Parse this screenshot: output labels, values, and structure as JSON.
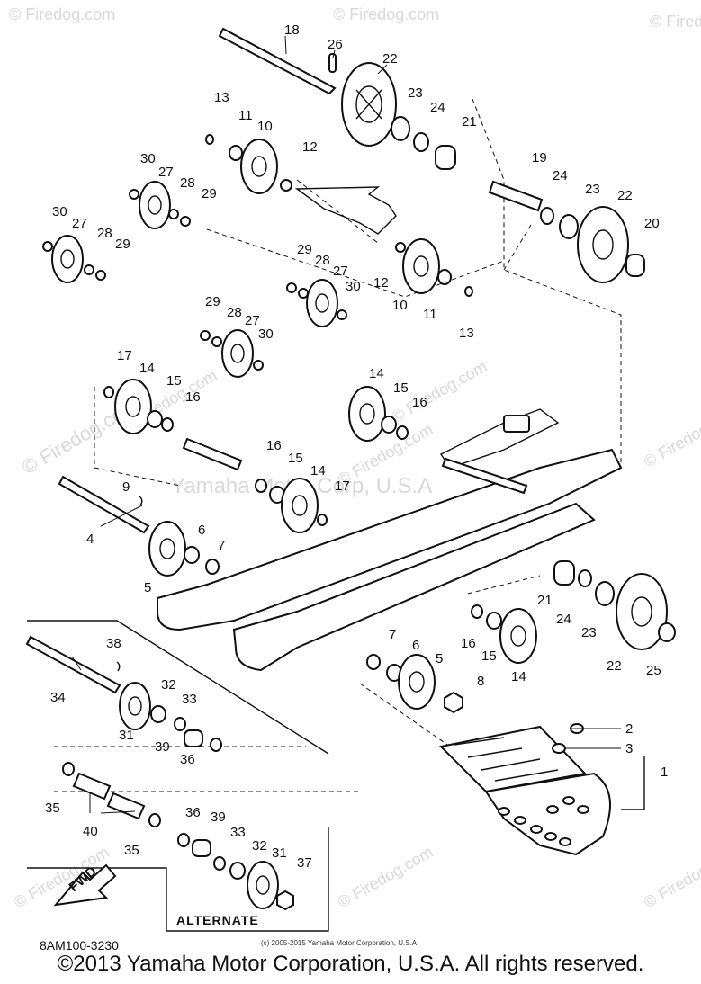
{
  "watermark": {
    "brand": "© Firedog.com",
    "center": "Yamaha Motor Corp, U.S.A"
  },
  "diagram": {
    "code": "8AM100-3230",
    "alternate_label": "ALTERNATE",
    "fwd_label": "FWD",
    "part_numbers": [
      "18",
      "26",
      "22",
      "13",
      "11",
      "10",
      "23",
      "24",
      "21",
      "12",
      "30",
      "27",
      "28",
      "29",
      "19",
      "24",
      "23",
      "22",
      "20",
      "30",
      "27",
      "28",
      "29",
      "29",
      "28",
      "27",
      "12",
      "30",
      "10",
      "11",
      "13",
      "29",
      "28",
      "27",
      "30",
      "17",
      "14",
      "15",
      "16",
      "14",
      "15",
      "16",
      "16",
      "15",
      "14",
      "17",
      "9",
      "4",
      "6",
      "7",
      "5",
      "21",
      "24",
      "23",
      "22",
      "25",
      "7",
      "6",
      "5",
      "16",
      "15",
      "14",
      "8",
      "38",
      "34",
      "32",
      "33",
      "31",
      "39",
      "36",
      "2",
      "3",
      "1",
      "35",
      "40",
      "36",
      "39",
      "33",
      "32",
      "31",
      "35",
      "37"
    ]
  },
  "small_copyright": "(c) 2005-2015 Yamaha Motor Corporation, U.S.A.",
  "footer": "©2013 Yamaha Motor Corporation, U.S.A. All rights reserved."
}
